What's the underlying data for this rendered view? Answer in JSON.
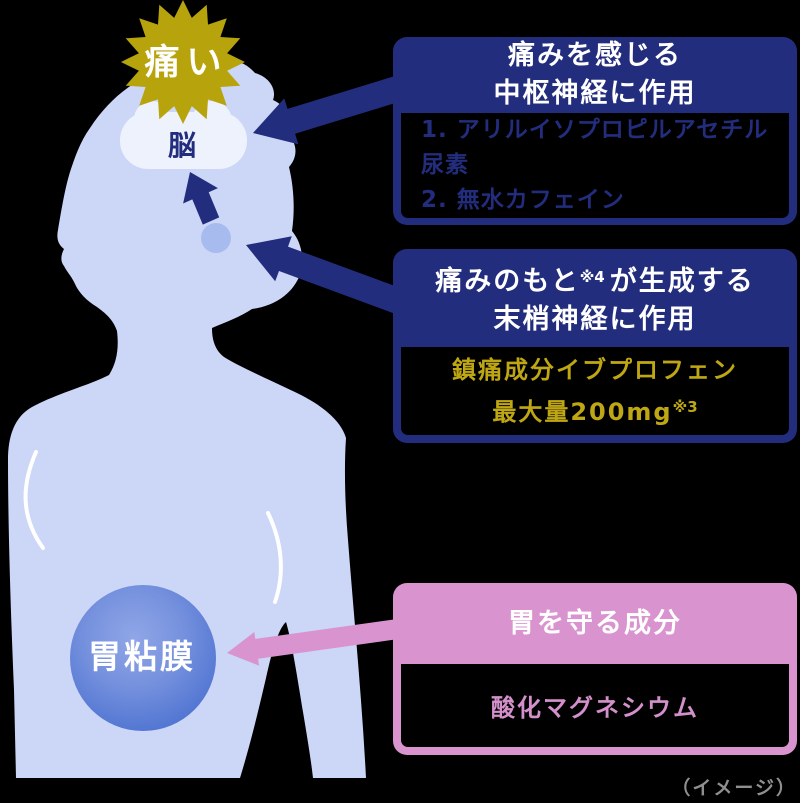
{
  "colors": {
    "navy": "#232d7d",
    "gold_star": "#b7a40d",
    "gold_text": "#bfa714",
    "pink": "#d994cf",
    "body_silhouette": "#ccd6f7",
    "brain_cloud": "#edf2fd",
    "nerve_dot": "#a8bbef",
    "stomach_edge": "#4a70d0",
    "stomach_center": "#8fa6e7",
    "background": "#000000",
    "caption_gray": "#8f8f8f"
  },
  "figure": {
    "pain": "痛い",
    "brain": "脳",
    "stomach": "胃粘膜"
  },
  "box_central": {
    "header_line1": "痛みを感じる",
    "header_line2": "中枢神経に作用",
    "item1": "1. アリルイソプロピルアセチル尿素",
    "item2": "2. 無水カフェイン"
  },
  "box_peripheral": {
    "header_part1": "痛みのもと",
    "header_sup": "※4",
    "header_part2": "が生成する",
    "header_line2": "末梢神経に作用",
    "body_line1": "鎮痛成分イブプロフェン",
    "body_part1": "最大量200mg",
    "body_sup": "※3"
  },
  "box_stomach": {
    "header": "胃を守る成分",
    "body": "酸化マグネシウム"
  },
  "caption": "（イメージ）"
}
